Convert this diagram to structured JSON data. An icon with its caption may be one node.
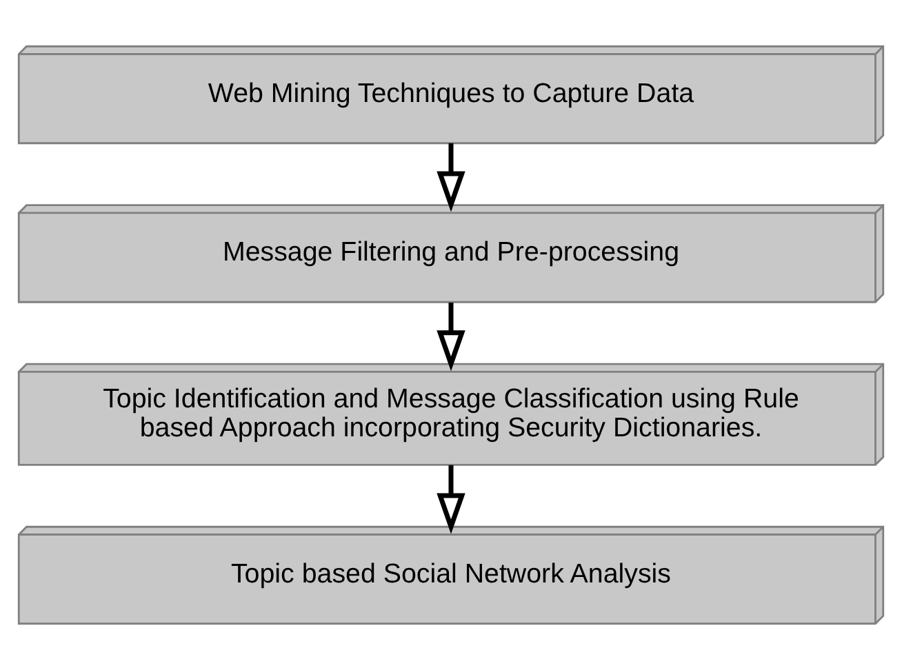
{
  "diagram": {
    "nodes": [
      {
        "text": [
          "Web Mining Techniques to Capture Data"
        ]
      },
      {
        "text": [
          "Message Filtering and Pre-processing"
        ]
      },
      {
        "text": [
          "Topic Identification and Message Classification using Rule based Approach incorporating Security Dictionaries."
        ]
      },
      {
        "text": [
          "Topic based Social Network Analysis"
        ]
      }
    ],
    "edges": [
      {
        "from": 0,
        "to": 1,
        "arrow": "to"
      },
      {
        "from": 1,
        "to": 2,
        "arrow": "to"
      },
      {
        "from": 2,
        "to": 3,
        "arrow": "to"
      }
    ]
  }
}
